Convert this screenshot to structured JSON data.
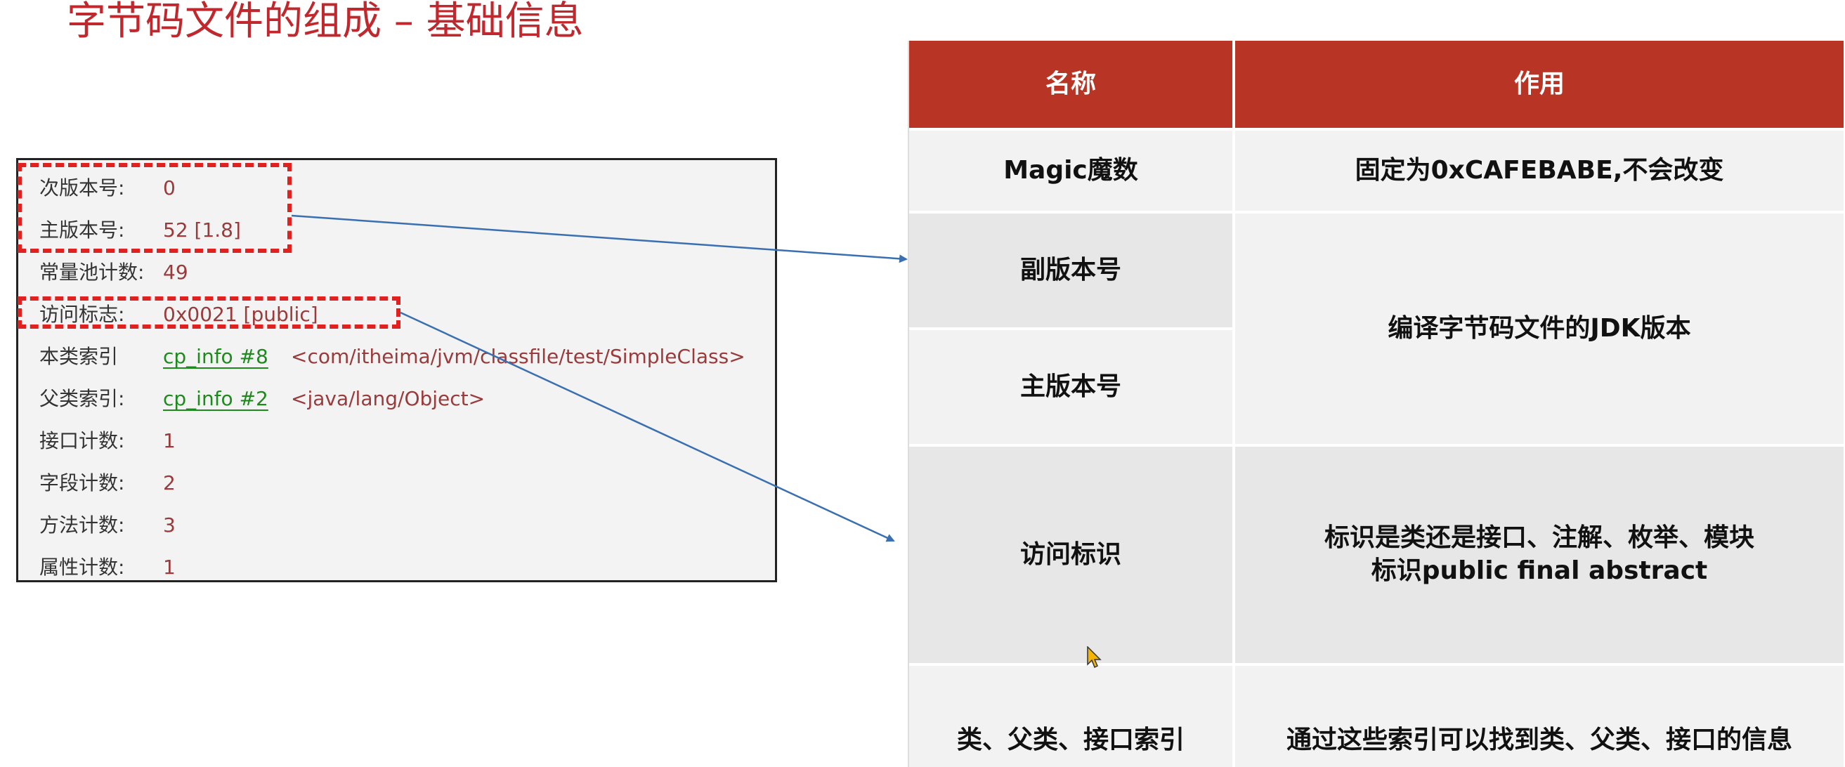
{
  "title": "字节码文件的组成 – 基础信息",
  "panel": {
    "rows": [
      {
        "label": "次版本号:",
        "value": "0"
      },
      {
        "label": "主版本号:",
        "value": "52 [1.8]"
      },
      {
        "label": "常量池计数:",
        "value": "49"
      },
      {
        "label": "访问标志:",
        "value": "0x0021 [public]"
      },
      {
        "label": "本类索引",
        "link": "cp_info #8",
        "ref": "<com/itheima/jvm/classfile/test/SimpleClass>"
      },
      {
        "label": "父类索引:",
        "link": "cp_info #2",
        "ref": "<java/lang/Object>"
      },
      {
        "label": "接口计数:",
        "value": "1"
      },
      {
        "label": "字段计数:",
        "value": "2"
      },
      {
        "label": "方法计数:",
        "value": "3"
      },
      {
        "label": "属性计数:",
        "value": "1"
      }
    ]
  },
  "table": {
    "headers": [
      "名称",
      "作用"
    ],
    "rows": [
      {
        "name": "Magic魔数",
        "desc": "固定为0xCAFEBABE,不会改变"
      },
      {
        "name": "副版本号",
        "desc": "编译字节码文件的JDK版本"
      },
      {
        "name": "主版本号",
        "desc": ""
      },
      {
        "name": "访问标识",
        "desc_lines": [
          "标识是类还是接口、注解、枚举、模块",
          "标识public final abstract"
        ]
      },
      {
        "name": "类、父类、接口索引",
        "desc": "通过这些索引可以找到类、父类、接口的信息"
      }
    ]
  },
  "colors": {
    "accent": "#c0282d",
    "header_bg": "#b83525",
    "dash": "#e0211f",
    "arrow": "#3a6fb0",
    "link": "#1e8a1e"
  }
}
